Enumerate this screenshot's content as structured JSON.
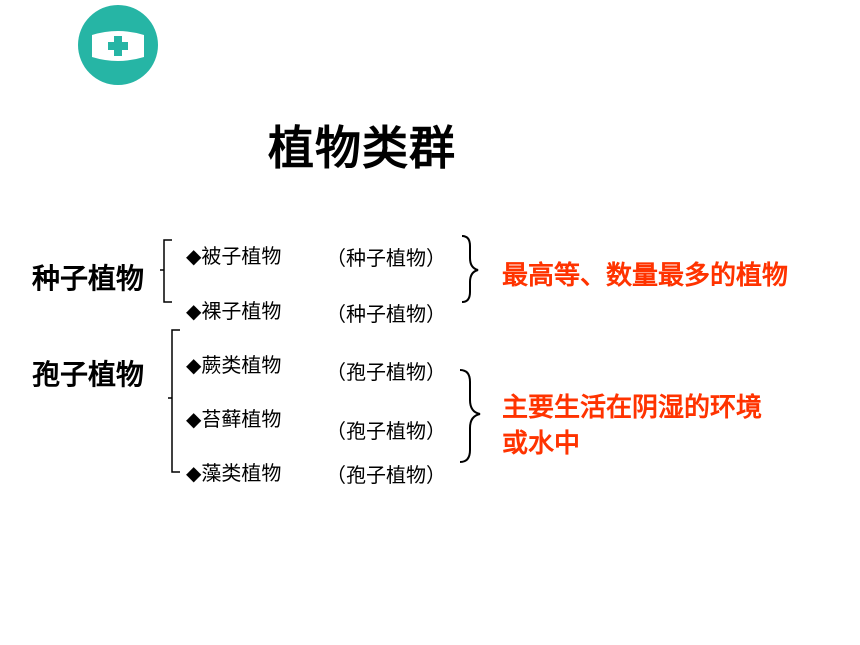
{
  "title": "植物类群",
  "brand": {
    "accent": "#26b5a5",
    "highlight": "#ff3300"
  },
  "groups": [
    {
      "label": "种子植物",
      "items": [
        {
          "name": "◆被子植物",
          "class": "（种子植物）"
        },
        {
          "name": "◆裸子植物",
          "class": "（种子植物）"
        }
      ],
      "description": "最高等、数量最多的植物"
    },
    {
      "label": "孢子植物",
      "items": [
        {
          "name": "◆蕨类植物",
          "class": "（孢子植物）"
        },
        {
          "name": "◆苔藓植物",
          "class": "（孢子植物）"
        },
        {
          "name": "◆藻类植物",
          "class": "（孢子植物）"
        }
      ],
      "description_lines": [
        "主要生活在阴湿的环境",
        "或水中"
      ]
    }
  ]
}
